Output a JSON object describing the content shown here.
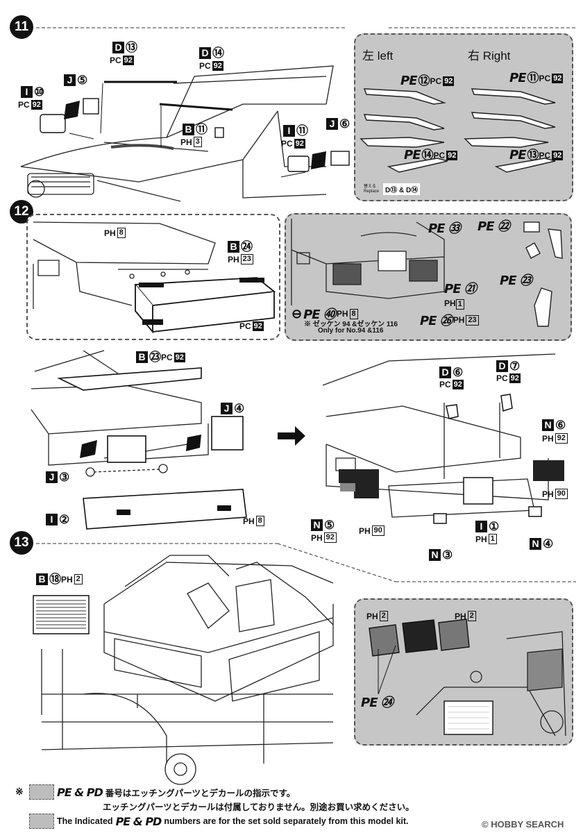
{
  "steps": [
    "11",
    "12",
    "13"
  ],
  "step11": {
    "labels": [
      {
        "part": "D",
        "num": "⑬",
        "plastic": "PC",
        "code": "92"
      },
      {
        "part": "D",
        "num": "⑭",
        "plastic": "PC",
        "code": "92"
      },
      {
        "part": "J",
        "num": "⑤"
      },
      {
        "part": "I",
        "num": "⑩",
        "plastic": "PC",
        "code": "92"
      },
      {
        "part": "B",
        "num": "⑪",
        "plastic": "PH",
        "code": "3"
      },
      {
        "part": "I",
        "num": "⑪",
        "plastic": "PC",
        "code": "92"
      },
      {
        "part": "J",
        "num": "⑥"
      }
    ],
    "panel": {
      "left": "左 left",
      "right": "右 Right",
      "pe_left_top": {
        "pe": "PE",
        "num": "⑫",
        "plastic": "PC",
        "code": "92"
      },
      "pe_right_top": {
        "pe": "PE",
        "num": "⑪",
        "plastic": "PC",
        "code": "92"
      },
      "pe_left_bottom": {
        "pe": "PE",
        "num": "⑭",
        "plastic": "PC",
        "code": "92"
      },
      "pe_right_bottom": {
        "pe": "PE",
        "num": "⑬",
        "plastic": "PC",
        "code": "92"
      },
      "replace_note": "替える Replace",
      "replace_parts": "D⑬ & D⑭"
    }
  },
  "step12": {
    "box_labels": [
      {
        "plastic": "PH",
        "code": "8"
      },
      {
        "part": "B",
        "num": "㉔",
        "plastic": "PH",
        "code": "23"
      },
      {
        "plastic": "PC",
        "code": "92"
      }
    ],
    "panel": {
      "pe33": "PE ㉝",
      "pe22": "PE ㉒",
      "pe23": "PE ㉓",
      "pe21": {
        "pe": "PE ㉑",
        "plastic": "PH",
        "code": "1"
      },
      "pe40": {
        "minus": "⊖",
        "pe": "PE ㊵",
        "plastic": "PH",
        "code": "8"
      },
      "pe26": {
        "pe": "PE ㉖",
        "plastic": "PH",
        "code": "23"
      },
      "note_jp": "※ ゼッケン 94 &ゼッケン 116",
      "note_en": "Only for No.94 &116"
    }
  },
  "step12b": {
    "left_labels": [
      {
        "part": "B",
        "num": "㉓",
        "plastic": "PC",
        "code": "92"
      },
      {
        "part": "J",
        "num": "④"
      },
      {
        "part": "J",
        "num": "③"
      },
      {
        "part": "I",
        "num": "②",
        "plastic": "PH",
        "code": "8"
      }
    ],
    "right_labels": [
      {
        "part": "D",
        "num": "⑥",
        "plastic": "PC",
        "code": "92"
      },
      {
        "part": "D",
        "num": "⑦",
        "plastic": "PC",
        "code": "92"
      },
      {
        "part": "N",
        "num": "⑥",
        "plastic": "PH",
        "code": "92"
      },
      {
        "plastic": "PH",
        "code": "90"
      },
      {
        "part": "N",
        "num": "⑤",
        "plastic": "PH",
        "code": "92"
      },
      {
        "plastic": "PH",
        "code": "90"
      },
      {
        "part": "I",
        "num": "①",
        "plastic": "PH",
        "code": "1"
      },
      {
        "part": "N",
        "num": "③"
      },
      {
        "part": "N",
        "num": "④"
      }
    ]
  },
  "step13": {
    "label": {
      "part": "B",
      "num": "⑱",
      "plastic": "PH",
      "code": "2"
    },
    "panel": {
      "ph_left": {
        "plastic": "PH",
        "code": "2"
      },
      "ph_right": {
        "plastic": "PH",
        "code": "2"
      },
      "pe24": "PE ㉔"
    }
  },
  "footer": {
    "mark": "※",
    "line1_pre": "PE & PD",
    "line1": "番号はエッチングパーツとデカールの指示です。",
    "line2": "エッチングパーツとデカールは付属しておりません。別途お買い求めください。",
    "line3_pre": "The Indicated",
    "line3_mid": "PE & PD",
    "line3": "numbers are for the set sold separately from this model kit.",
    "watermark": "© HOBBY SEARCH"
  },
  "colors": {
    "panel_grey": "#c6c6c6",
    "ink": "#111111"
  }
}
